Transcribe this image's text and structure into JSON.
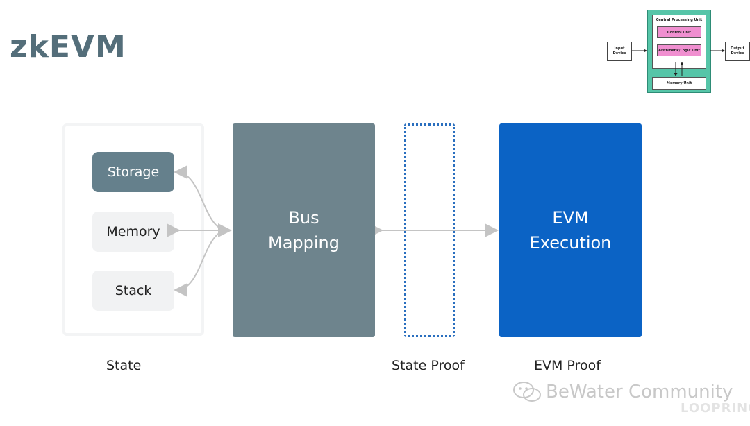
{
  "title": "zkEVM",
  "cpu": {
    "input": "Input Device",
    "output": "Output Device",
    "cpu_label": "Central Processing Unit",
    "control": "Control Unit",
    "alu": "Arithmetic/Logic Unit",
    "memory": "Memory Unit"
  },
  "state": {
    "items": [
      "Storage",
      "Memory",
      "Stack"
    ],
    "caption": "State"
  },
  "bus": {
    "line1": "Bus",
    "line2": "Mapping"
  },
  "state_proof": {
    "caption": "State Proof"
  },
  "evm": {
    "line1": "EVM",
    "line2": "Execution",
    "caption": "EVM Proof"
  },
  "watermark": {
    "text": "BeWater Community",
    "sub": "LOOPRING"
  },
  "colors": {
    "title": "#546e7a",
    "bus": "#6e848d",
    "evm": "#0b63c5",
    "storage": "#65808c",
    "dashed": "#2a6fbf",
    "cpu_teal": "#56c5a8",
    "cpu_pink": "#f08fd0"
  }
}
